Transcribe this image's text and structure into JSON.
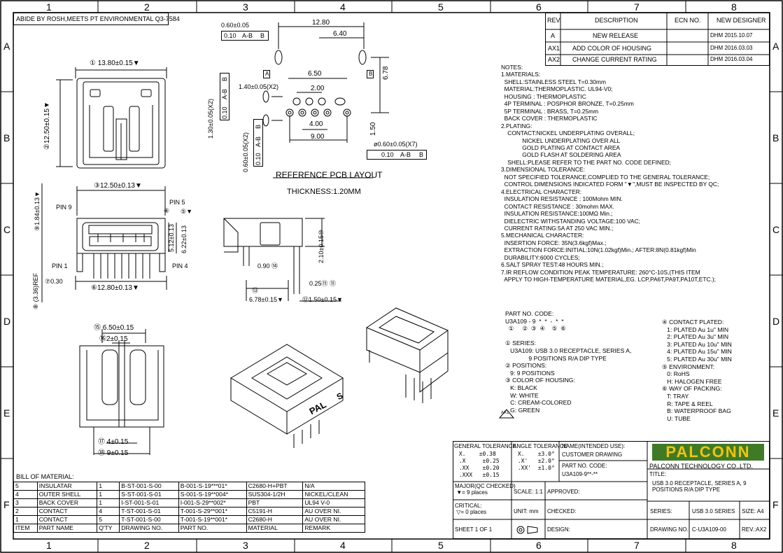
{
  "border": {
    "columns": [
      "1",
      "2",
      "3",
      "4",
      "5",
      "6",
      "7",
      "8"
    ],
    "rows": [
      "A",
      "B",
      "C",
      "D",
      "E",
      "F"
    ]
  },
  "header_note": "ABIDE BY ROSH,MEETS PT ENVIRONMENTAL Q3-7584",
  "revision_table": {
    "headers": [
      "REV.",
      "DESCRIPTION",
      "ECN NO.",
      "NEW DESIGNER"
    ],
    "rows": [
      {
        "rev": "A",
        "description": "NEW RELEASE",
        "ecn": "",
        "designer": "DHM  2015.10.07"
      },
      {
        "rev": "AX1",
        "description": "ADD COLOR OF HOUSING",
        "ecn": "",
        "designer": "DHM  2016.03.03"
      },
      {
        "rev": "AX2",
        "description": "CHANGE CURRENT RATING",
        "ecn": "",
        "designer": "DHM  2016.03.04"
      }
    ]
  },
  "notes": "NOTES:\n1.MATERIALS:\n  SHELL:STAINLESS STEEL T=0.30mm\n  MATERIAL:THERMOPLASTIC. UL94-V0;\n  HOUSING : THERMOPLASTIC\n  4P TERMINAL : POSPHOR BRONZE, T=0.25mm\n  5P TERMINAL : BRASS, T=0.25mm\n  BACK COVER : THERMOPLASTIC\n2.PLATING:\n    CONTACT:NICKEL UNDERPLATING OVERALL;\n             NICKEL UNDERPLATING OVER ALL\n             GOLD PLATING AT CONTACT AREA\n             GOLD FLASH AT SOLDERING AREA\n    SHELL:PLEASE REFER TO THE PART NO. CODE DEFINED;\n3.DIMENSIONAL TOLERANCE:\n  NOT SPECIFIED TOLERANCE,COMPLIED TO THE GENERAL TOLERANCE;\n  CONTROL DIMENSIONS INDICATED FORM \"▼\",MUST BE INSPECTED BY QC;\n4.ELECTRICAL CHARACTER:\n  INSULATION RESISTANCE : 100Mohm MIN.\n  CONTACT RESISTANCE : 30mohm MAX.\n  INSULATION RESISTANCE:100MΩ Min.;\n  DIELECTRIC WITHSTANDING VOLTAGE:100 VAC;\n  CURRENT RATING:5A AT 250 VAC MIN.;\n5.MECHANICAL CHARACTER:\n  INSERTION FORCE: 35N(3.6kgf)Max.;\n  EXTRACTION FORCE:INITIAL:10N(1.02kgf)Min.; AFTER:8N(0.81kgf)Min\n  DURABILITY:6000 CYCLES;\n6.SALT SPRAY TEST:48 HOURS MIN.;\n7.IR REFLOW CONDITION PEAK TEMPERATURE: 260°C-10S,(THIS ITEM\n  APPLY TO HIGH-TEMPERATURE MATERIAL,EG. LCP,PA6T,PA9T,PA10T,ETC.);",
  "part_code": {
    "left": "PART NO. CODE:\nU3A109 - 9  *  *  -  *  *\n  ①     ②  ③  ④    ⑤  ⑥\n\n① SERIES:\n   U3A109: USB 3.0 RECEPTACLE, SERIES A,\n              9 POSITIONS R/A DIP TYPE\n② POSITIONS:\n   9: 9 POSITIONS\n③ COLOR OF HOUSING:\n   K: BLACK\n   W: WHITE\n   C: CREAM-COLORED\n   G: GREEN",
    "right": "④ CONTACT PLATED:\n   1: PLATED Au 1u\" MIN\n   2: PLATED Au 3u\" MIN\n   3: PLATED Au 10u\" MIN\n   4: PLATED Au 15u\" MIN\n   5: PLATED Au 30u\" MIN\n⑤ ENVIRONMENT:\n   0: RoHS\n   H: HALOGEN FREE\n⑥ WAY OF PACKING:\n   T: TRAY\n   R: TAPE & REEL\n   B: WATERPROOF BAG\n   U: TUBE",
    "ax1_mark": "AX1"
  },
  "pcb_layout": {
    "title": "REFERENCE PCB LAYOUT",
    "thickness": "THICKNESS:1.20MM",
    "dims": {
      "d1280": "12.80",
      "d640": "6.40",
      "d650": "6.50",
      "d200": "2.00",
      "d400": "4.00",
      "d900": "9.00",
      "d150": "1.50",
      "d678": "6.78",
      "d140": "1.40±0.05(X2)",
      "d130": "1.30±0.05(X2)",
      "d060v": "0.60±0.05(X2)",
      "d060top": "0.60±0.05",
      "d060r": "ø0.60±0.05(X7)",
      "tol_010": "0.10",
      "ref_ab": "A-B",
      "ref_b": "B",
      "datum_a": "A",
      "datum_b": "B"
    }
  },
  "views": {
    "front_top": {
      "width": "① 13.80±0.15▼",
      "height": "②12.50±0.15▼"
    },
    "front_mid": {
      "top": "③12.50±0.13▼",
      "d184": "⑨1.84±0.13▼",
      "d512": "5.12±0.13",
      "d622": "6.22±0.13",
      "pin9": "PIN 9",
      "pin5": "PIN 5",
      "pin1": "PIN 1",
      "pin4": "PIN 4",
      "c4": "④",
      "c5": "⑤▼",
      "d030": "⑦0.30",
      "d336": "⑧ (3.36)REF",
      "bottom": "⑥12.80±0.13▼"
    },
    "side": {
      "d210": "2.10±0.15⑩",
      "d090": "0.90 ⑭",
      "d025": "0.25⑪ ⑪",
      "c13": "⑬",
      "d678": "6.78±0.15▼",
      "d150": "⑫1.50±0.15▼"
    },
    "bottom": {
      "d650": "⑮ 6.50±0.15",
      "d215": "⑯2±0.15",
      "d415": "⑰ 4±0.15",
      "d915": "⑱ 9±0.15"
    },
    "iso_text": {
      "pal": "PAL",
      "s": "S"
    }
  },
  "bom": {
    "title": "BILL OF MATERIAL:",
    "headers": [
      "ITEM",
      "PART NAME",
      "Q'TY",
      "DRAWING NO.",
      "PART NO.",
      "MATERIAL",
      "REMARK"
    ],
    "rows": [
      [
        "5",
        "INSULATAR",
        "1",
        "B-ST-001-S-00",
        "B-001-S-19***01*",
        "C2680-H+PBT",
        "N/A"
      ],
      [
        "4",
        "OUTER SHELL",
        "1",
        "S-ST-001-S-01",
        "S-001-S-19**004*",
        "SUS304-1/2H",
        "NICKEL/CLEAN"
      ],
      [
        "3",
        "BACK COVER",
        "1",
        "I-ST-001-S-01",
        "I-001-S-29**002*",
        "PBT",
        "UL94  V-0"
      ],
      [
        "2",
        "CONTACT",
        "4",
        "T-ST-001-S-01",
        "T-001-S-29**001*",
        "C5191-H",
        "AU OVER NI."
      ],
      [
        "1",
        "CONTACT",
        "5",
        "T-ST-001-S-00",
        "T-001-S-19**001*",
        "C2680-H",
        "AU OVER NI."
      ]
    ]
  },
  "title_block": {
    "general_tol_label": "GENERAL TOLERANCE",
    "general_tol": " X.    ±0.38\n .X     ±0.25\n .XX    ±0.20\n .XXX   ±0.15",
    "angle_tol_label": "ANGLE TOLERANCE",
    "angle_tol": " X.    ±3.0°\n .X'   ±2.0°\n .XX'  ±1.0°",
    "name_label": "NAME(INTENDED USE):",
    "name_value": "CUSTOMER DRAWING",
    "part_code_label": "PART NO. CODE:",
    "part_code_value": "U3A109-9**-**",
    "logo": "PALCONN",
    "company": "PALCONN TECHNOLOGY CO.,LTD.",
    "title_label": "TITLE:",
    "title_value": "USB 3.0 RECEPTACLE, SERIES A, 9\nPOSITIONS R/A DIP TYPE",
    "major": "MAJOR(QC CHECKED)\n ▼= 9 places",
    "critical": "CRITICAL:\n ▽= 0 places",
    "scale": "SCALE: 1:1",
    "approved": "APPROVED:",
    "unit": "UNIT: mm",
    "checked": "CHECKED:",
    "design": "DESIGN:",
    "sheet": "SHEET 1 OF 1",
    "series_label": "SERIES:",
    "series_value": "USB 3.0 SERIES",
    "size": "SIZE: A4",
    "drawing_no_label": "DRAWING NO.:",
    "drawing_no": "C-U3A109-00",
    "rev": "REV.:AX2"
  }
}
